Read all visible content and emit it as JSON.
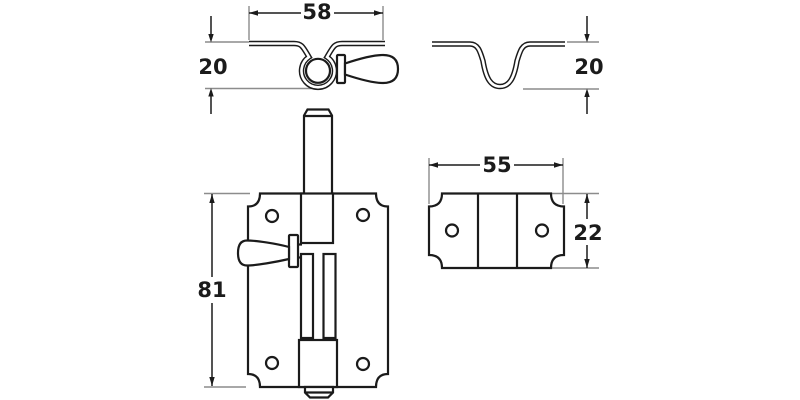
{
  "drawing": {
    "dimensions": {
      "top_view_width": "58",
      "top_view_height": "20",
      "profile_height": "20",
      "front_height": "81",
      "keeper_width": "55",
      "keeper_height": "22"
    },
    "colors": {
      "line": "#1b1b1b",
      "extension_line": "#8c8c8c",
      "background": "#ffffff"
    }
  }
}
